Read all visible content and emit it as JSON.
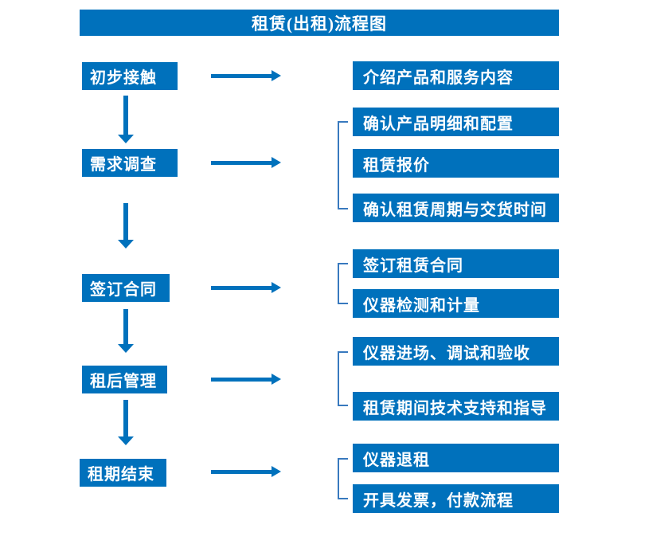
{
  "title": "租赁(出租)流程图",
  "colors": {
    "primary": "#0071BC",
    "bracket": "#3879BE",
    "box_text": "#FFFFFF",
    "background": "#FFFFFF"
  },
  "flow": {
    "steps": [
      {
        "label": "初步接触"
      },
      {
        "label": "需求调查"
      },
      {
        "label": "签订合同"
      },
      {
        "label": "租后管理"
      },
      {
        "label": "租期结束"
      }
    ],
    "details": [
      {
        "label": "介绍产品和服务内容"
      },
      {
        "label": "确认产品明细和配置"
      },
      {
        "label": "租赁报价"
      },
      {
        "label": "确认租赁周期与交货时间"
      },
      {
        "label": "签订租赁合同"
      },
      {
        "label": "仪器检测和计量"
      },
      {
        "label": "仪器进场、调试和验收"
      },
      {
        "label": "租赁期间技术支持和指导"
      },
      {
        "label": "仪器退租"
      },
      {
        "label": "开具发票，付款流程"
      }
    ]
  }
}
